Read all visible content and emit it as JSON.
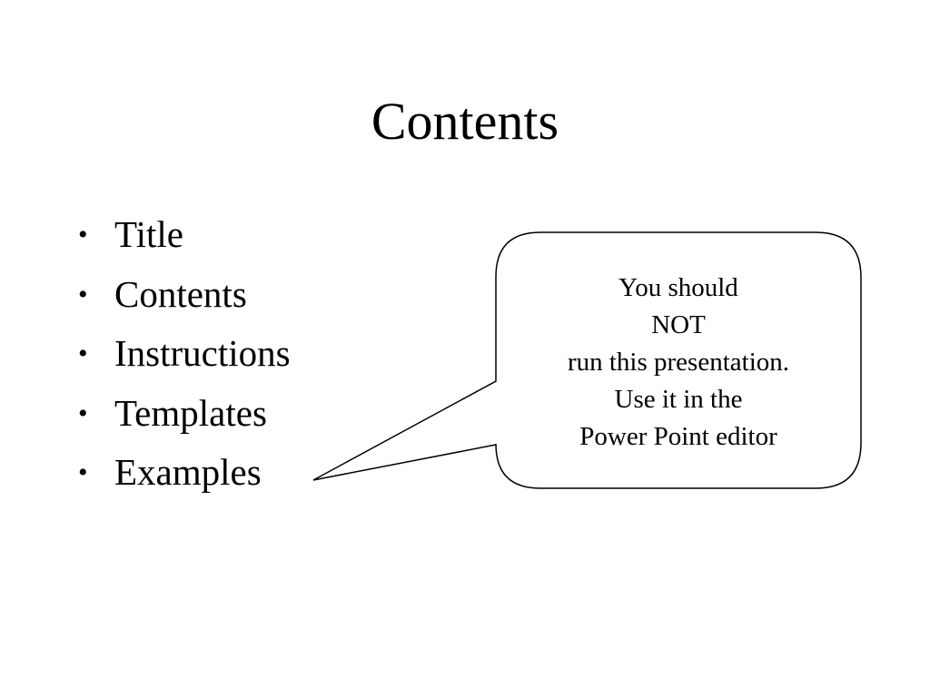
{
  "slide": {
    "title": "Contents",
    "bullets": [
      {
        "label": "Title"
      },
      {
        "label": "Contents"
      },
      {
        "label": "Instructions"
      },
      {
        "label": "Templates"
      },
      {
        "label": "Examples"
      }
    ],
    "bullet_symbol": "•",
    "callout": {
      "lines": [
        "You should",
        "NOT",
        "run this presentation.",
        "Use it in the",
        "Power Point editor"
      ],
      "border_color": "#000000",
      "fill_color": "#ffffff"
    }
  }
}
